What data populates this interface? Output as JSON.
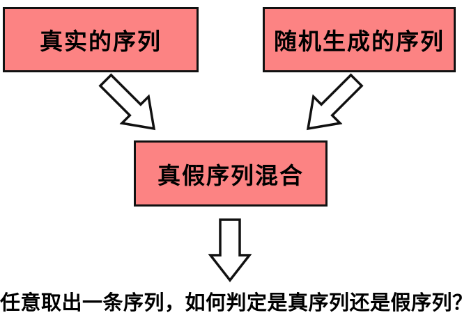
{
  "diagram": {
    "boxes": [
      {
        "id": "real-sequence",
        "label": "真实的序列"
      },
      {
        "id": "random-sequence",
        "label": "随机生成的序列"
      },
      {
        "id": "mixed-sequence",
        "label": "真假序列混合"
      }
    ],
    "caption": "任意取出一条序列，如何判定是真序列还是假序列？",
    "icons": [
      {
        "name": "down-right-arrow-icon",
        "glyph": "⇘",
        "style": "hollow block arrow, white fill, black outline"
      },
      {
        "name": "down-left-arrow-icon",
        "glyph": "⇙",
        "style": "hollow block arrow, white fill, black outline"
      },
      {
        "name": "down-arrow-icon",
        "glyph": "⇓",
        "style": "hollow block arrow, white fill, black outline"
      }
    ],
    "colors": {
      "background": "#ffffff",
      "box_fill": "#FC8383",
      "box_border": "#111111",
      "arrow_fill": "#ffffff",
      "arrow_stroke": "#111111",
      "text_color": "#000000"
    }
  }
}
